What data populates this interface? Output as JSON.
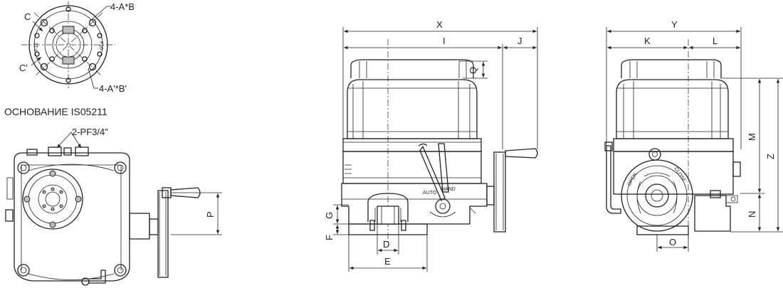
{
  "caption": "ОСНОВАНИЕ IS05211",
  "labels": {
    "bolt_top": "4-A*B",
    "bolt_bottom": "4-A'*B'",
    "c_top": "C",
    "c_bottom": "C'",
    "f12": "F12",
    "f10": "F10",
    "port": "2-PF3/4\"",
    "p": "P",
    "x": "X",
    "i": "I",
    "j": "J",
    "q": "Q",
    "g": "G",
    "f": "F",
    "d": "D",
    "e": "E",
    "y": "Y",
    "k": "K",
    "l": "L",
    "m": "M",
    "z": "Z",
    "n": "N",
    "o": "O",
    "auto": "AUTO",
    "hand": "HAND",
    "open": "OPEN",
    "close": "CLOSE"
  }
}
